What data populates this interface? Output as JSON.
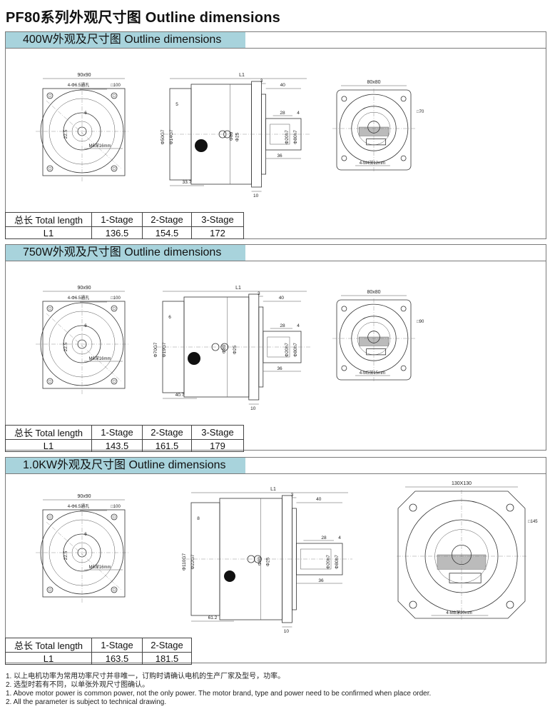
{
  "page_title": "PF80系列外观尺寸图 Outline dimensions",
  "sections": [
    {
      "title": "400W外观及尺寸图 Outline dimensions",
      "front": {
        "flange": "90x90",
        "holes": "4-Φ6.5通孔",
        "pcd": "□100",
        "key": "22.5",
        "keyw": "6",
        "thread": "M6深16mm"
      },
      "side": {
        "l1": "L1",
        "d1": "Φ50G7",
        "d2": "Φ14G7",
        "shaft": "5",
        "body": "Φ80",
        "neck": "Φ25",
        "out_d": "Φ20h7",
        "flange_d": "Φ80h7",
        "v3": "3",
        "v40": "40",
        "v28": "28",
        "v4": "4",
        "v36": "36",
        "v10": "10",
        "len_in": "33.7"
      },
      "rear": {
        "size": "80x80",
        "pcd": "□70",
        "thread": "4-M4深12mm"
      },
      "table": {
        "header": [
          "总长 Total length",
          "1-Stage",
          "2-Stage",
          "3-Stage"
        ],
        "row": [
          "L1",
          "136.5",
          "154.5",
          "172"
        ]
      }
    },
    {
      "title": "750W外观及尺寸图 Outline dimensions",
      "front": {
        "flange": "90x90",
        "holes": "4-Φ6.5通孔",
        "pcd": "□100",
        "key": "22.5",
        "keyw": "6",
        "thread": "M6深16mm"
      },
      "side": {
        "l1": "L1",
        "d1": "Φ70G7",
        "d2": "Φ19G7",
        "shaft": "6",
        "body": "Φ80",
        "neck": "Φ25",
        "out_d": "Φ20h7",
        "flange_d": "Φ80h7",
        "v3": "3",
        "v40": "40",
        "v28": "28",
        "v4": "4",
        "v36": "36",
        "v10": "10",
        "len_in": "40.7"
      },
      "rear": {
        "size": "80x80",
        "pcd": "□90",
        "thread": "4-M5深15mm"
      },
      "table": {
        "header": [
          "总长 Total length",
          "1-Stage",
          "2-Stage",
          "3-Stage"
        ],
        "row": [
          "L1",
          "143.5",
          "161.5",
          "179"
        ]
      }
    },
    {
      "title": "1.0KW外观及尺寸图 Outline dimensions",
      "front": {
        "flange": "90x90",
        "holes": "4-Φ6.5通孔",
        "pcd": "□100",
        "key": "22.5",
        "keyw": "6",
        "thread": "M6深16mm"
      },
      "side": {
        "l1": "L1",
        "d1": "Φ110G7",
        "d2": "Φ22G7",
        "shaft": "8",
        "body": "Φ80",
        "neck": "Φ25",
        "out_d": "Φ20h7",
        "flange_d": "Φ80h7",
        "v3": "3",
        "v40": "40",
        "v28": "28",
        "v4": "4",
        "v36": "36",
        "v10": "10",
        "len_in": "61.2"
      },
      "rear": {
        "size": "130X130",
        "pcd": "□145",
        "thread": "4-M8深20mm"
      },
      "table": {
        "header": [
          "总长 Total length",
          "1-Stage",
          "2-Stage"
        ],
        "row": [
          "L1",
          "163.5",
          "181.5"
        ]
      }
    }
  ],
  "notes": [
    "1. 以上电机功率为常用功率尺寸并非唯一，订购时请确认电机的生产厂家及型号，功率。",
    "2. 选型时若有不同，以单张外观尺寸图确认。",
    "1. Above motor power is common power, not the only power. The motor brand, type and power need to be confirmed when place order.",
    "2. All the parameter is subject to technical drawing."
  ]
}
